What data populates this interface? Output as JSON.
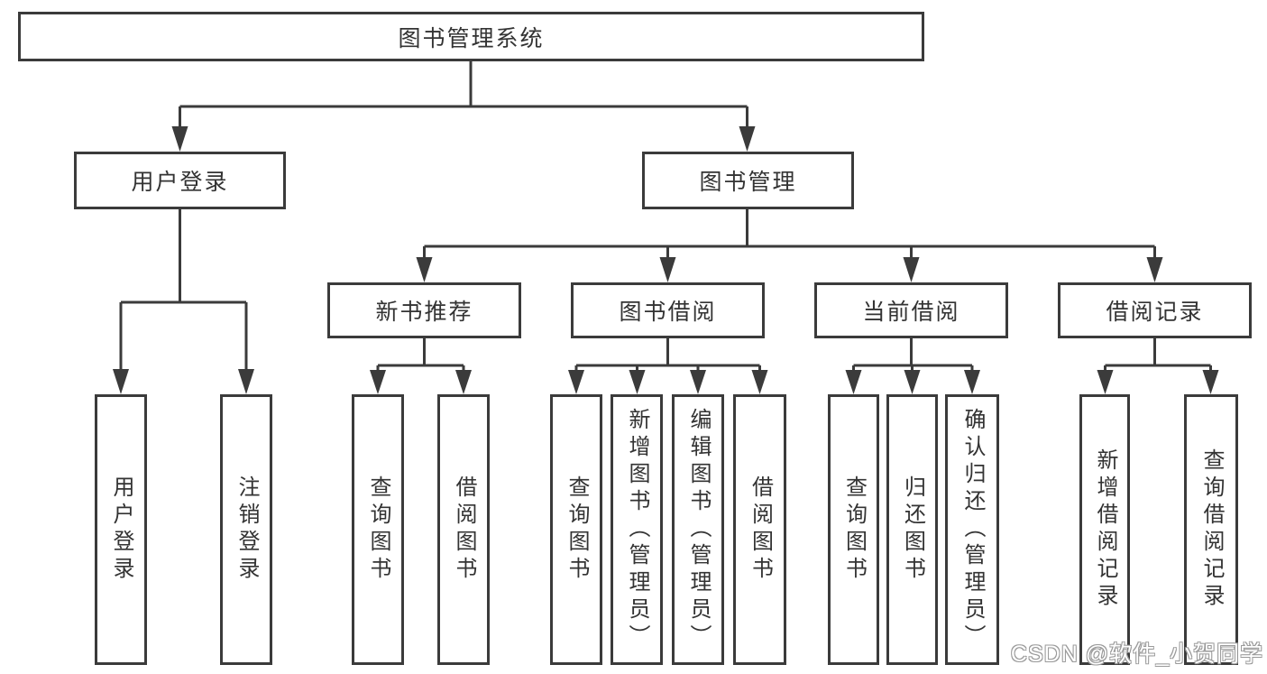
{
  "diagram": {
    "title": "图书管理系统",
    "level2": {
      "user_login": "用户登录",
      "book_mgmt": "图书管理"
    },
    "level3": {
      "new_books": "新书推荐",
      "borrowing": "图书借阅",
      "current": "当前借阅",
      "records": "借阅记录"
    },
    "leaves": {
      "user_login": [
        "用户登录",
        "注销登录"
      ],
      "new_books": [
        "查询图书",
        "借阅图书"
      ],
      "borrowing": [
        "查询图书",
        "新增图书（管理员）",
        "编辑图书（管理员）",
        "借阅图书"
      ],
      "current": [
        "查询图书",
        "归还图书",
        "确认归还（管理员）"
      ],
      "records": [
        "新增借阅记录",
        "查询借阅记录"
      ]
    },
    "colors": {
      "line": "#3b3b3b",
      "text": "#333333",
      "background": "#ffffff"
    }
  },
  "watermark": {
    "text": "CSDN @软件_小贺同学"
  }
}
